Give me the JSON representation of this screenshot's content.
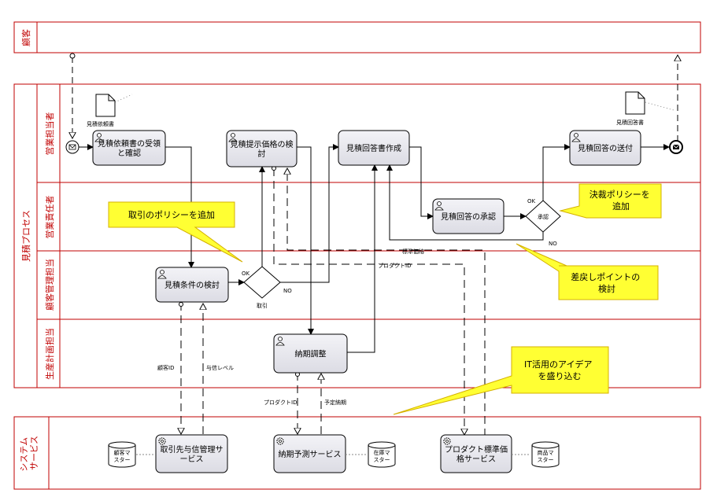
{
  "lanes": {
    "customer": "顧客",
    "estimate_process": "見積プロセス",
    "sales_rep": "営業担当者",
    "sales_manager": "営業責任者",
    "customer_mgmt": "顧客管理担当",
    "production": "生産計画担当",
    "system": "システム\nサービス"
  },
  "tasks": {
    "receive": "見積依頼書の受領\nと確認",
    "price": "見積提示価格の検\n討",
    "create": "見積回答書作成",
    "send": "見積回答の送付",
    "approve": "見積回答の承認",
    "conditions": "見積条件の検討",
    "delivery": "納期調整",
    "svc_trade": "取引先与信管理サ\nービス",
    "svc_delivery": "納期予測サービス",
    "svc_product": "プロダクト標準価\n格サービス"
  },
  "documents": {
    "request": "見積依頼書",
    "reply": "見積回答書"
  },
  "gateways": {
    "approval": "承認",
    "trade": "取引"
  },
  "flow_labels": {
    "ok1": "OK",
    "no1": "NO",
    "ok2": "OK",
    "no2": "NO",
    "product_price": "標準価格",
    "product_id1": "プロダクトID",
    "customer_id": "顧客ID",
    "credit_level": "与信レベル",
    "product_id2": "プロダクトID",
    "planned_delivery": "予定納期"
  },
  "databases": {
    "customer_master": "顧客マ\nスター",
    "inventory_master": "在庫マ\nスター",
    "product_master": "商品マ\nスター"
  },
  "callouts": {
    "policy_trade": "取引のポリシーを追加",
    "policy_approval": "決裁ポリシーを\n追加",
    "rollback": "差戻しポイントの\n検討",
    "it_idea": "IT活用のアイデア\nを盛り込む"
  },
  "colors": {
    "lane_border": "#c00000",
    "lane_label": "#c00000",
    "task_fill": "#e6e6ec",
    "callout_fill": "#ffff33",
    "callout_border": "#d4b000"
  }
}
